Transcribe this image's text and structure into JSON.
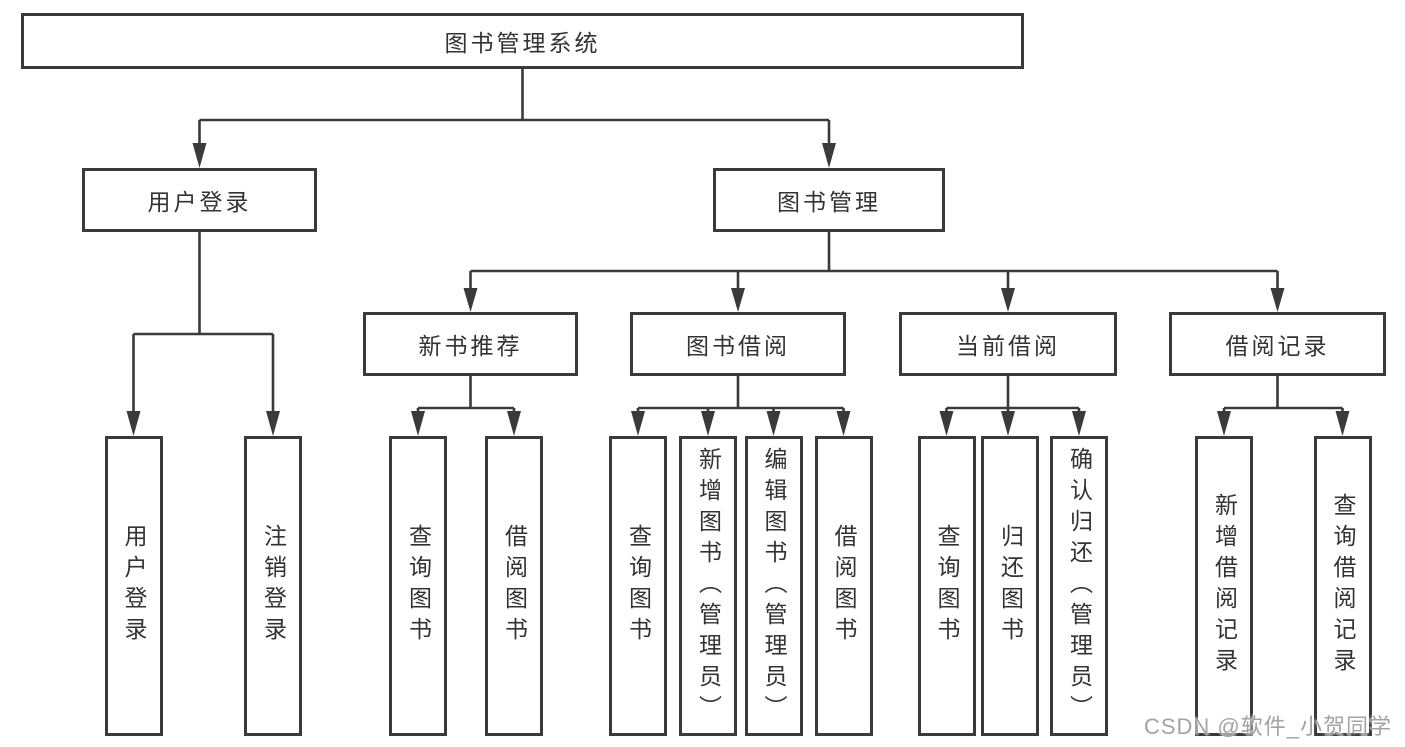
{
  "diagram": {
    "title": "图书管理系统",
    "root": {
      "label": "图书管理系统"
    },
    "level2": {
      "user_login": {
        "label": "用户登录"
      },
      "book_mgmt": {
        "label": "图书管理"
      }
    },
    "level3": {
      "new_books": {
        "label": "新书推荐"
      },
      "book_borrow": {
        "label": "图书借阅"
      },
      "current_borrow": {
        "label": "当前借阅"
      },
      "borrow_records": {
        "label": "借阅记录"
      }
    },
    "leaves": {
      "user_login": [
        "用户登录",
        "注销登录"
      ],
      "new_books": [
        "查询图书",
        "借阅图书"
      ],
      "book_borrow": [
        "查询图书",
        "新增图书（管理员）",
        "编辑图书（管理员）",
        "借阅图书"
      ],
      "current_borrow": [
        "查询图书",
        "归还图书",
        "确认归还（管理员）"
      ],
      "borrow_records": [
        "新增借阅记录",
        "查询借阅记录"
      ]
    }
  },
  "watermark": {
    "text": "CSDN @软件_小贺同学"
  },
  "colors": {
    "line": "#3a3a3a",
    "box_border": "#3a3a3a",
    "text": "#333333",
    "background": "#ffffff",
    "watermark": "#9e9e9e"
  }
}
